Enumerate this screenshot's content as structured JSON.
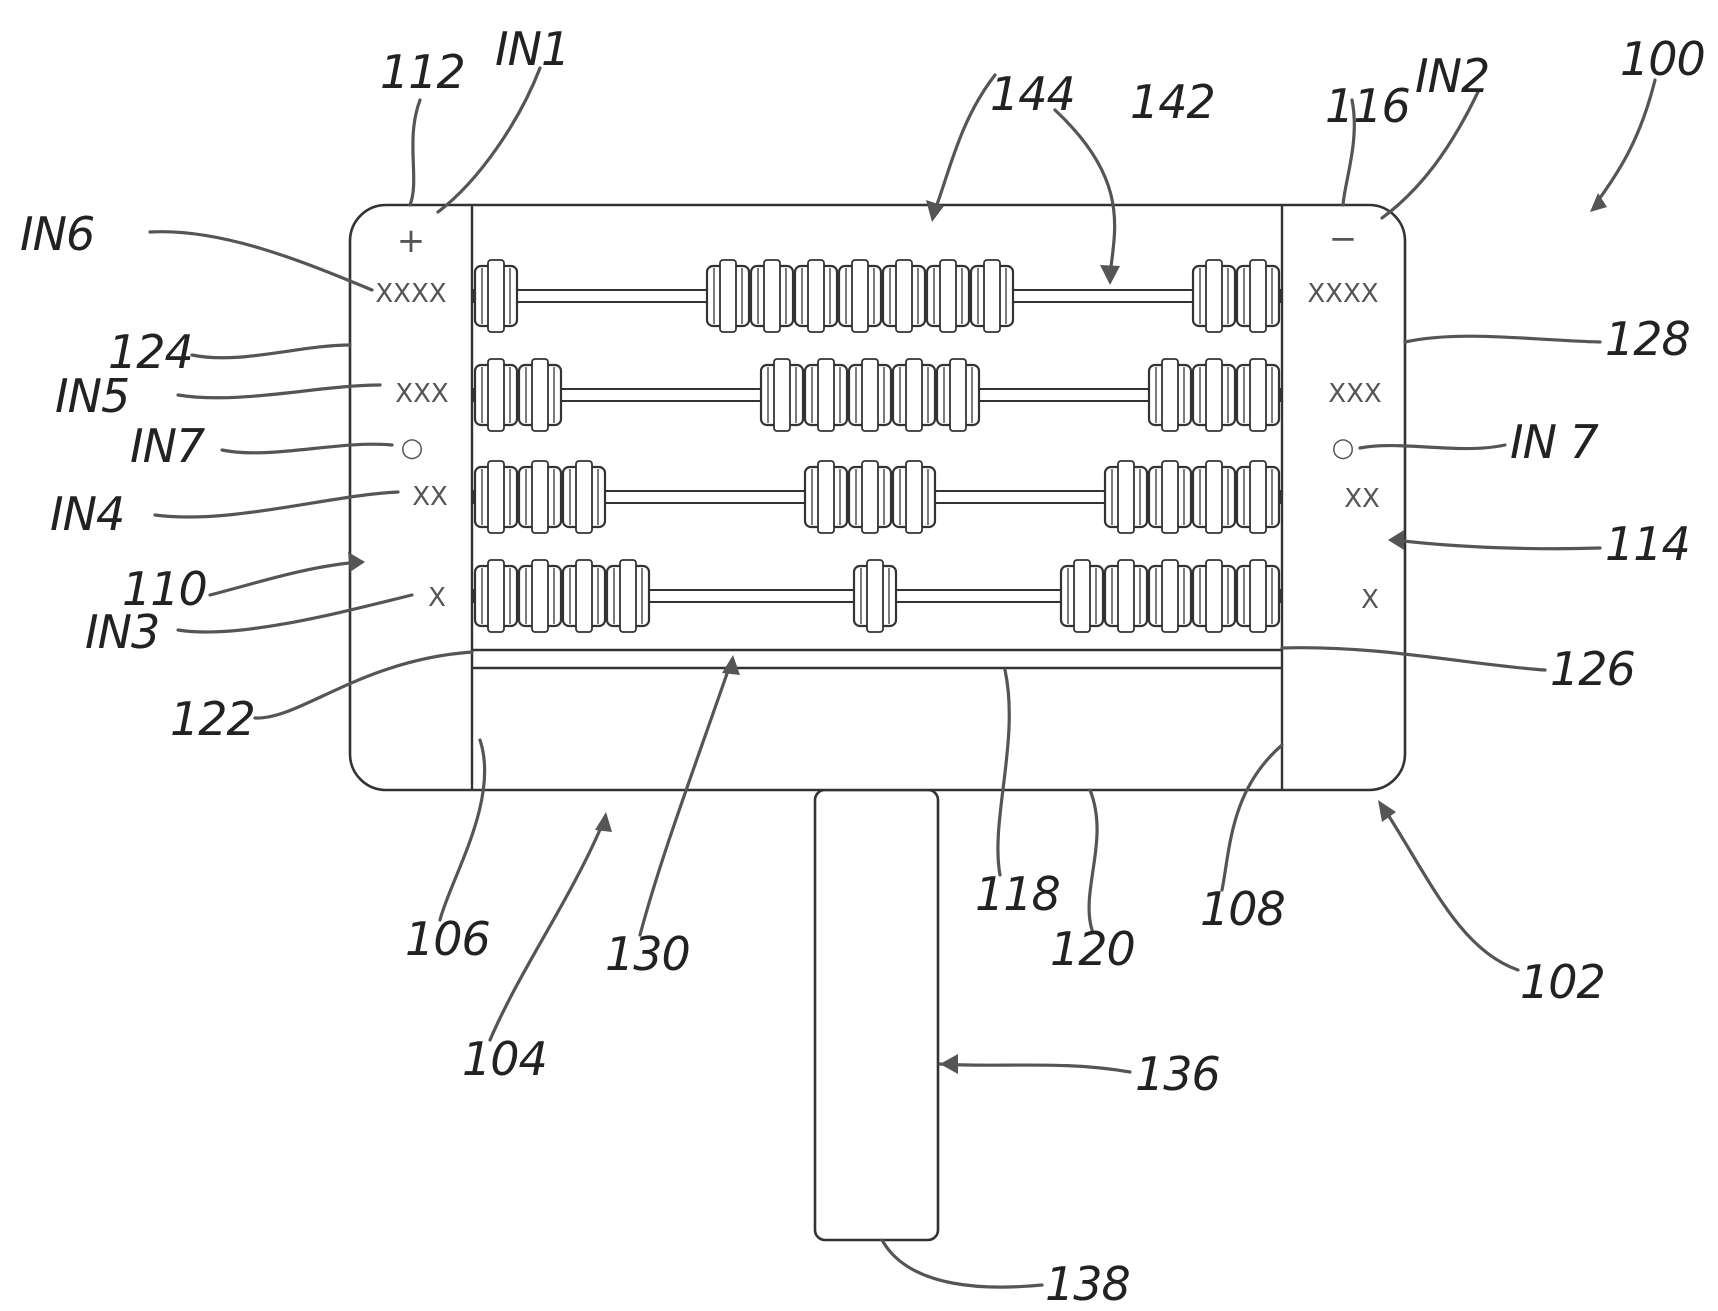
{
  "labels": {
    "l100": "100",
    "l102": "102",
    "l104": "104",
    "l106": "106",
    "l108": "108",
    "l110": "110",
    "l112": "112",
    "l114": "114",
    "l116": "116",
    "l118": "118",
    "l120": "120",
    "l122": "122",
    "l124": "124",
    "l126": "126",
    "l128": "128",
    "l130": "130",
    "l136": "136",
    "l138": "138",
    "l142": "142",
    "l144": "144",
    "in1": "IN1",
    "in2": "IN2",
    "in3": "IN3",
    "in4": "IN4",
    "in5": "IN5",
    "in6": "IN6",
    "in7_left": "IN7",
    "in7_right": "IN 7"
  },
  "left_panel": {
    "plus": "+",
    "marks": [
      "XXXX",
      "XXX",
      "○",
      "XX",
      "X"
    ]
  },
  "right_panel": {
    "minus": "−",
    "marks": [
      "XXXX",
      "XXX",
      "○",
      "XX",
      "X"
    ]
  },
  "rods": [
    {
      "left_beads": 1,
      "middle_beads": 7,
      "right_beads": 2
    },
    {
      "left_beads": 2,
      "middle_beads": 5,
      "right_beads": 3
    },
    {
      "left_beads": 3,
      "middle_beads": 3,
      "right_beads": 4
    },
    {
      "left_beads": 4,
      "middle_beads": 1,
      "right_beads": 5
    }
  ]
}
